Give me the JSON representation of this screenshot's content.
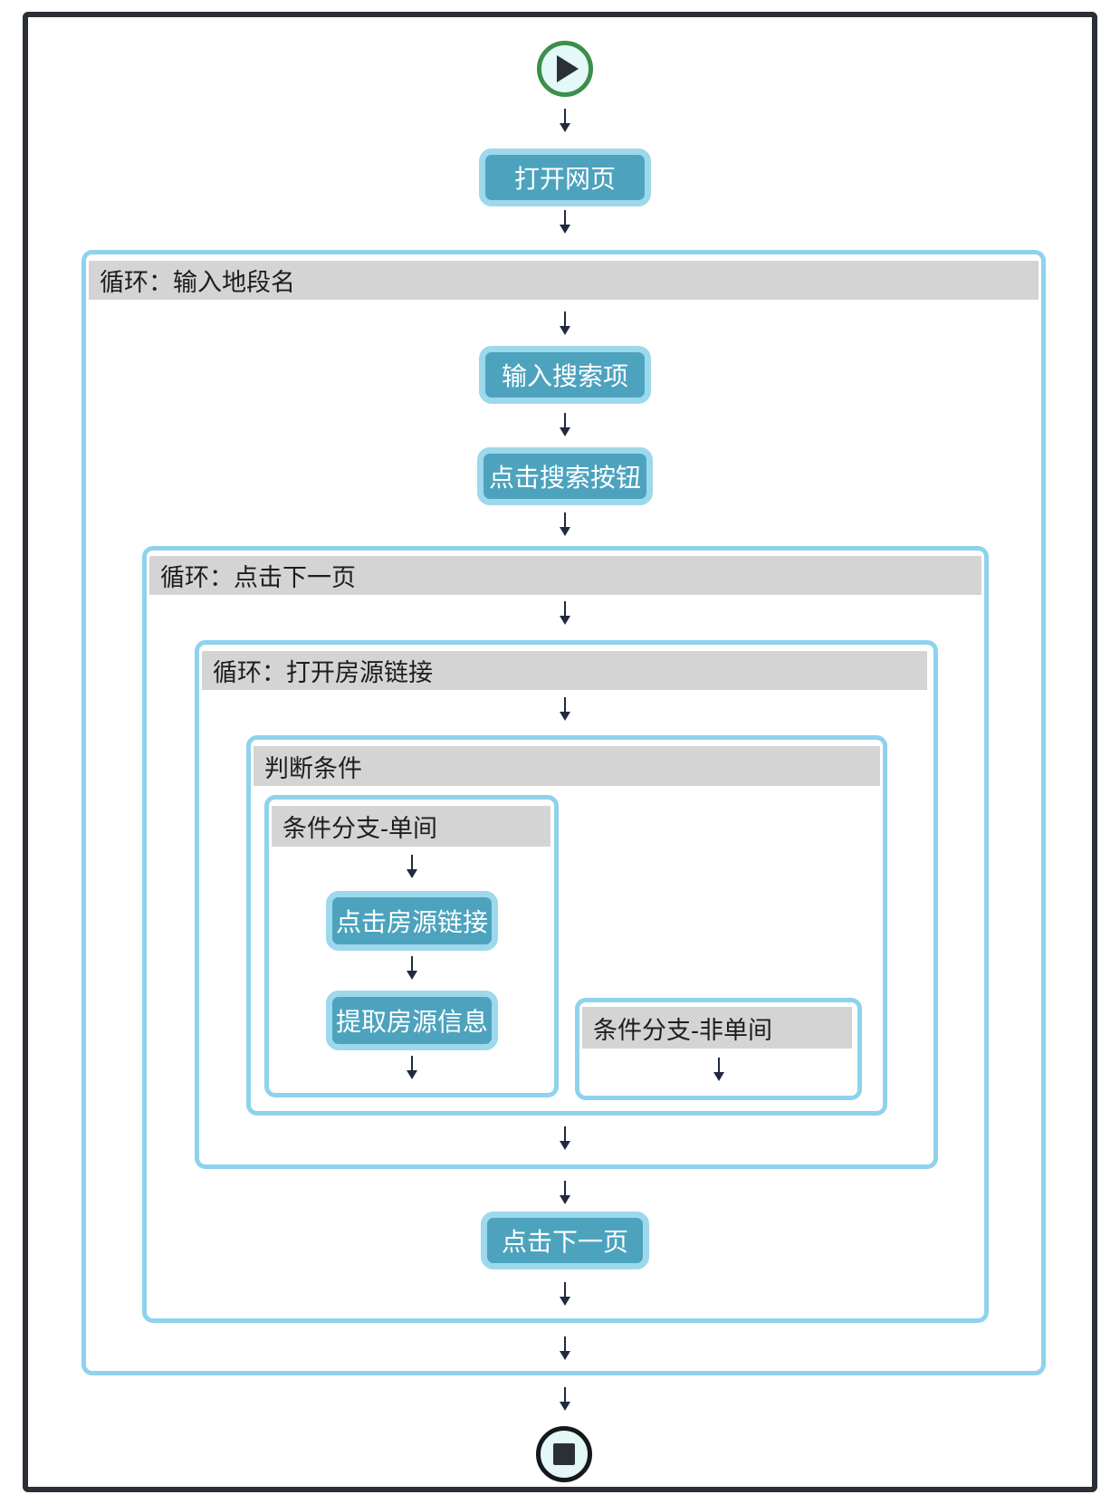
{
  "colors": {
    "frame": "#2B2F36",
    "container-border": "#8ED2EE",
    "header-bg": "#D4D4D4",
    "header-text": "#1D1D1F",
    "node-fill": "#4DA3BE",
    "node-border": "#9DD8EC",
    "node-text": "#FFFFFF",
    "arrow": "#202A40",
    "start-ring": "#3B8E4B",
    "stop-ring": "#15181C",
    "terminal-fill": "#E3F8F7",
    "glyph": "#2B3038"
  },
  "flow": {
    "nodes": {
      "open_webpage": "打开网页",
      "input_search_term": "输入搜索项",
      "click_search_button": "点击搜索按钮",
      "click_listing_link": "点击房源链接",
      "extract_listing_info": "提取房源信息",
      "click_next_page": "点击下一页"
    },
    "containers": {
      "loop_input_district": "循环：输入地段名",
      "loop_click_next_page": "循环：点击下一页",
      "loop_open_listing_link": "循环：打开房源链接",
      "condition": "判断条件",
      "branch_single_room": "条件分支-单间",
      "branch_not_single_room": "条件分支-非单间"
    }
  }
}
